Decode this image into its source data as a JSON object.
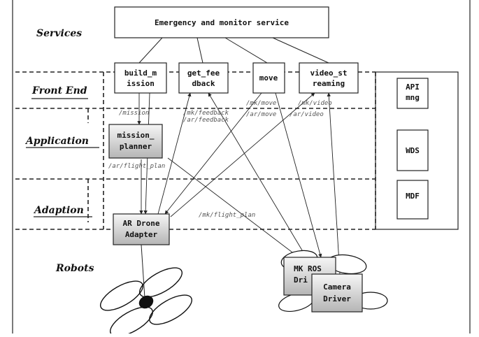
{
  "layers": {
    "services": "Services",
    "front_end": "Front End",
    "application": "Application",
    "adaption": "Adaption",
    "robots": "Robots"
  },
  "emergency_service": "Emergency and monitor service",
  "front_end_boxes": {
    "build_mission": [
      "build_m",
      "ission"
    ],
    "get_feedback": [
      "get_fee",
      "dback"
    ],
    "move": "move",
    "video_streaming": [
      "video_st",
      "reaming"
    ]
  },
  "side_panel": {
    "api": [
      "API",
      "mng"
    ],
    "wds": "WDS",
    "mdf": "MDF"
  },
  "mission_planner": [
    "mission_",
    "planner"
  ],
  "ar_drone_adapter": [
    "AR Drone",
    "Adapter"
  ],
  "mk_ros_driver": [
    "MK ROS",
    "Dri"
  ],
  "camera_driver": [
    "Camera",
    "Driver"
  ],
  "topics": {
    "mission": "/mission",
    "mk_feedback": "/mk/feedback",
    "ar_feedback": "/ar/feedback",
    "mk_move": "/mk/move",
    "ar_move": "/ar/move",
    "mk_video": "/mk/video",
    "ar_video": "/ar/video",
    "ar_flight_plan": "/ar/flight_plan",
    "mk_flight_plan": "/mk/flight_plan"
  },
  "colors": {
    "line": "#222222",
    "box_fill": "#ffffff",
    "gradient_top": "#f4f4f4",
    "gradient_bottom": "#b9b9b9",
    "topic_text": "#555555"
  }
}
